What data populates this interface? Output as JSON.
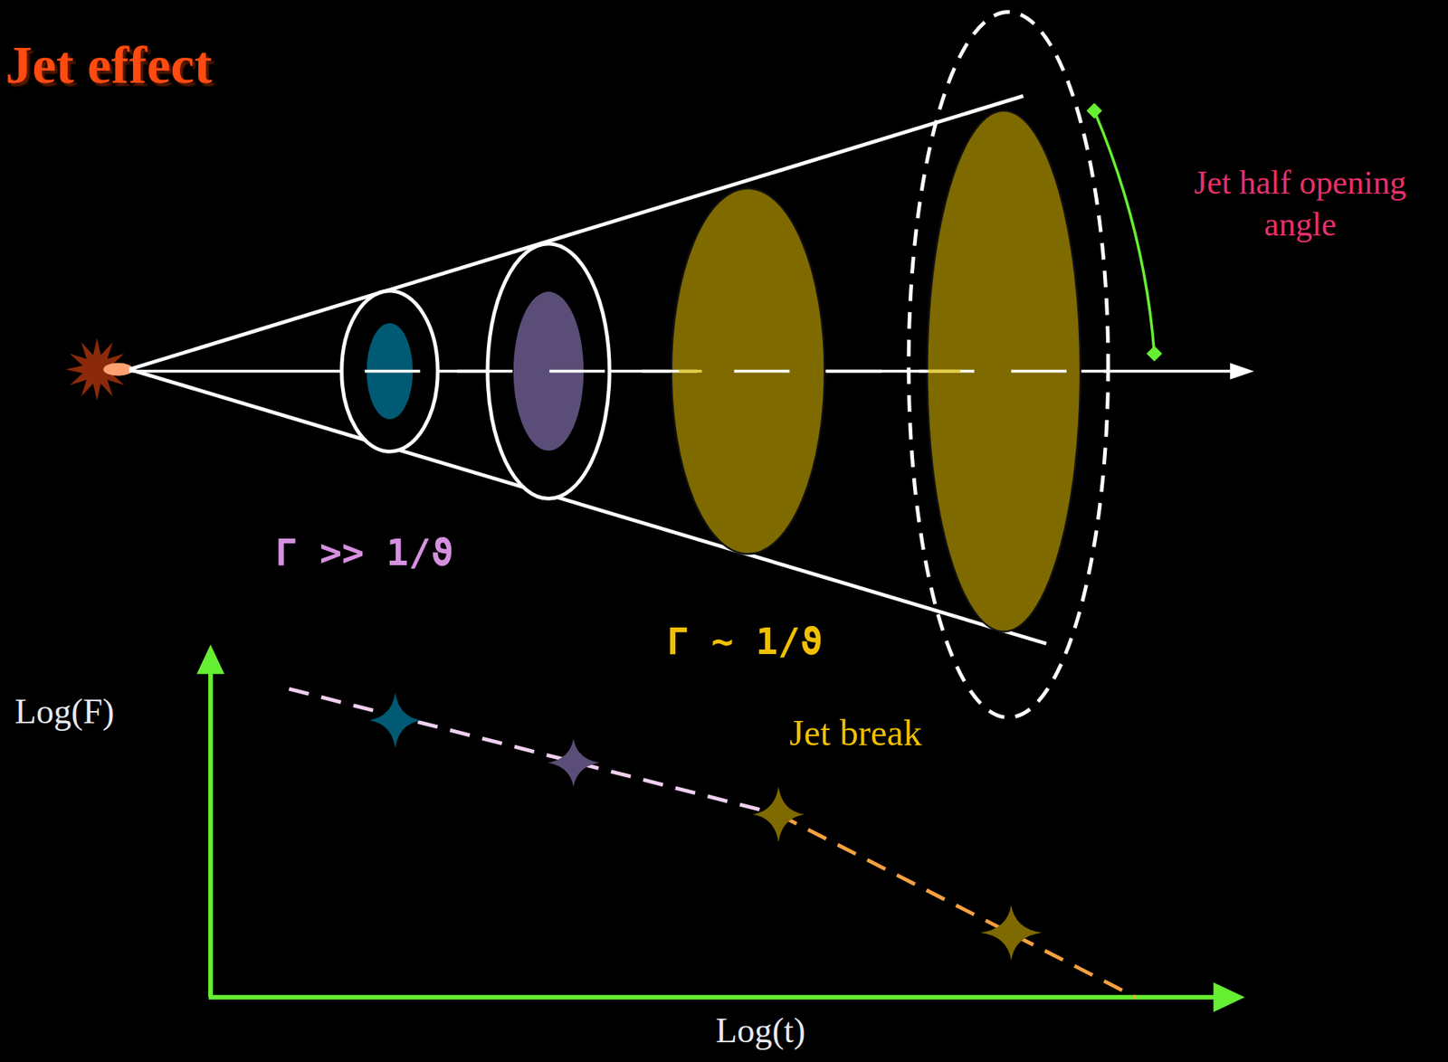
{
  "diagram": {
    "title": "Jet effect",
    "labels": [
      "Jet half opening angle",
      "Γ >> 1/ϑ",
      "Γ ~ 1/ϑ",
      "Jet break",
      "Log(F)",
      "Log(t)"
    ]
  }
}
